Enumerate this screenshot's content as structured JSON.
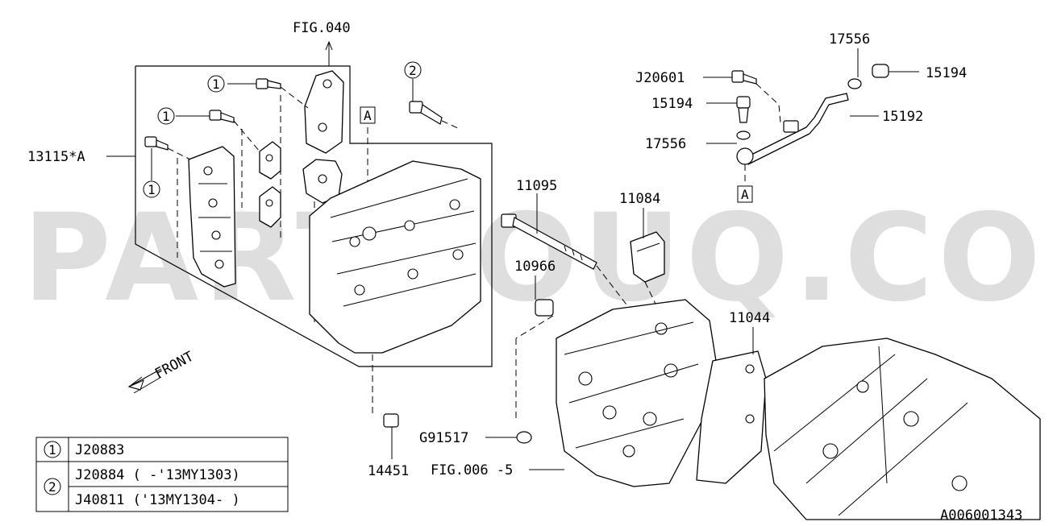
{
  "watermark": "PARTSOUQ.COM",
  "diagram_id": "A006001343",
  "front_label": "FRONT",
  "labels": {
    "fig040": "FIG.040",
    "fig006": "FIG.006 -5",
    "p13115": "13115*A",
    "p11095": "11095",
    "p10966": "10966",
    "p11084": "11084",
    "p11044": "11044",
    "p14451": "14451",
    "pG91517": "G91517",
    "pJ20601": "J20601",
    "p15194_top": "15194",
    "p15194_mid": "15194",
    "p17556_top": "17556",
    "p17556_mid": "17556",
    "p15192": "15192"
  },
  "refs": {
    "one": "1",
    "two": "2",
    "a": "A"
  },
  "legend": {
    "rows": [
      {
        "ref": "1",
        "lines": [
          "J20883"
        ]
      },
      {
        "ref": "2",
        "lines": [
          "J20884 ( -'13MY1303)",
          "J40811 ('13MY1304- )"
        ]
      }
    ]
  }
}
